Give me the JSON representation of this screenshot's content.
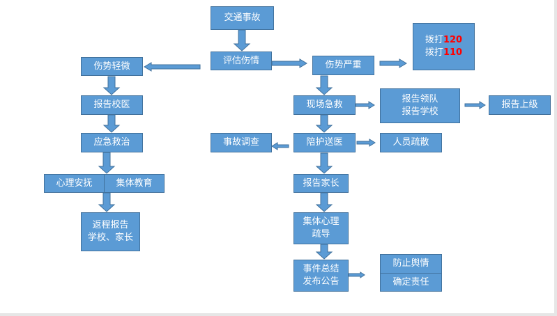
{
  "colors": {
    "box_fill": "#5b9bd5",
    "box_border": "#41719c",
    "highlight": "#ff0000"
  },
  "nodes": {
    "accident": "交通事故",
    "assess": "评估伤情",
    "minor": "伤势轻微",
    "severe": "伤势严重",
    "call_prefix": "拨打",
    "call_120": "120",
    "call_110": "110",
    "first_aid": "现场急救",
    "report_leader": "报告领队",
    "report_school": "报告学校",
    "report_superior": "报告上级",
    "report_doctor": "报告校医",
    "emergency": "应急救治",
    "investigation": "事故调查",
    "escort": "陪护送医",
    "evacuation": "人员疏散",
    "comfort": "心理安抚",
    "education": "集体教育",
    "report_parents": "报告家长",
    "return_report_1": "返程报告",
    "return_report_2": "学校、家长",
    "counseling_1": "集体心理",
    "counseling_2": "疏导",
    "summary_1": "事件总结",
    "summary_2": "发布公告",
    "prevent_opinion": "防止舆情",
    "determine_liability": "确定责任"
  }
}
